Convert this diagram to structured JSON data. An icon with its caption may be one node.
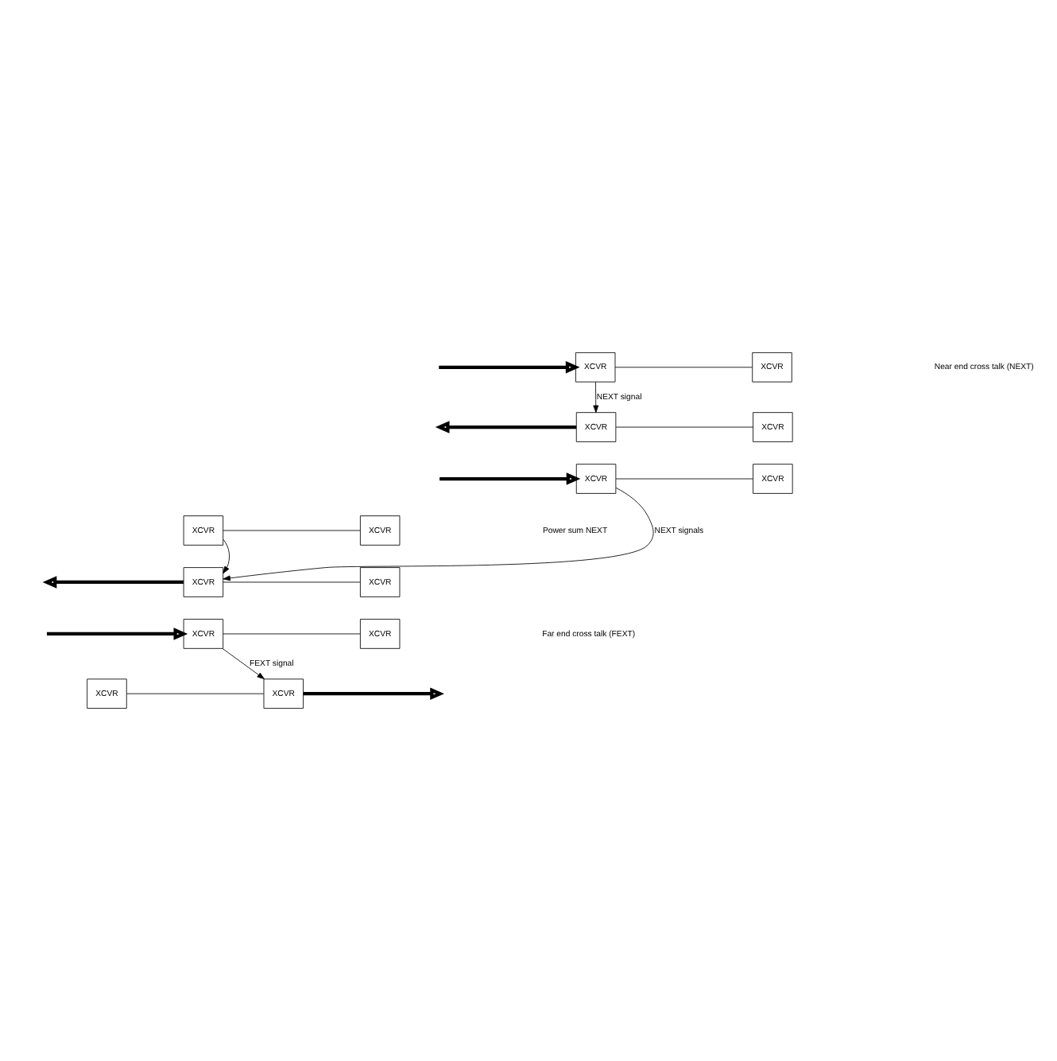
{
  "diagram": {
    "nodes": [
      {
        "text": [
          "XCVR"
        ]
      },
      {
        "text": [
          "XCVR"
        ]
      },
      {
        "text": [
          "XCVR"
        ]
      },
      {
        "text": [
          "XCVR"
        ]
      },
      {
        "text": [
          "XCVR"
        ]
      },
      {
        "text": [
          "XCVR"
        ]
      },
      {
        "text": [
          "XCVR"
        ]
      },
      {
        "text": [
          "XCVR"
        ]
      },
      {
        "text": [
          "XCVR"
        ]
      },
      {
        "text": [
          "XCVR"
        ]
      },
      {
        "text": [
          "XCVR"
        ]
      },
      {
        "text": [
          "XCVR"
        ]
      },
      {
        "text": [
          "XCVR"
        ]
      },
      {
        "text": [
          "XCVR"
        ]
      }
    ],
    "edges": [
      {
        "from": null,
        "to": 0,
        "arrow": "to",
        "style": "thick"
      },
      {
        "from": 0,
        "to": 1,
        "arrow": "none"
      },
      {
        "from": 0,
        "to": 2,
        "arrow": "to",
        "label": "NEXT signal"
      },
      {
        "from": 2,
        "to": null,
        "arrow": "to",
        "style": "thick"
      },
      {
        "from": 2,
        "to": 3,
        "arrow": "none"
      },
      {
        "from": null,
        "to": 4,
        "arrow": "to",
        "style": "thick"
      },
      {
        "from": 4,
        "to": 5,
        "arrow": "none"
      },
      {
        "from": 4,
        "to": 8,
        "arrow": "to",
        "label": "NEXT signals"
      },
      {
        "from": 6,
        "to": 7,
        "arrow": "none"
      },
      {
        "from": 6,
        "to": 8,
        "arrow": "to"
      },
      {
        "from": 8,
        "to": null,
        "arrow": "to",
        "style": "thick"
      },
      {
        "from": 8,
        "to": 9,
        "arrow": "none"
      },
      {
        "from": null,
        "to": 10,
        "arrow": "to",
        "style": "thick"
      },
      {
        "from": 10,
        "to": 11,
        "arrow": "none"
      },
      {
        "from": 10,
        "to": 13,
        "arrow": "to",
        "label": "FEXT signal"
      },
      {
        "from": 12,
        "to": 13,
        "arrow": "none"
      },
      {
        "from": 13,
        "to": null,
        "arrow": "to",
        "style": "thick"
      }
    ],
    "labels": [
      "Near end cross talk (NEXT)",
      "Power sum NEXT",
      "Far end cross talk (FEXT)"
    ]
  }
}
